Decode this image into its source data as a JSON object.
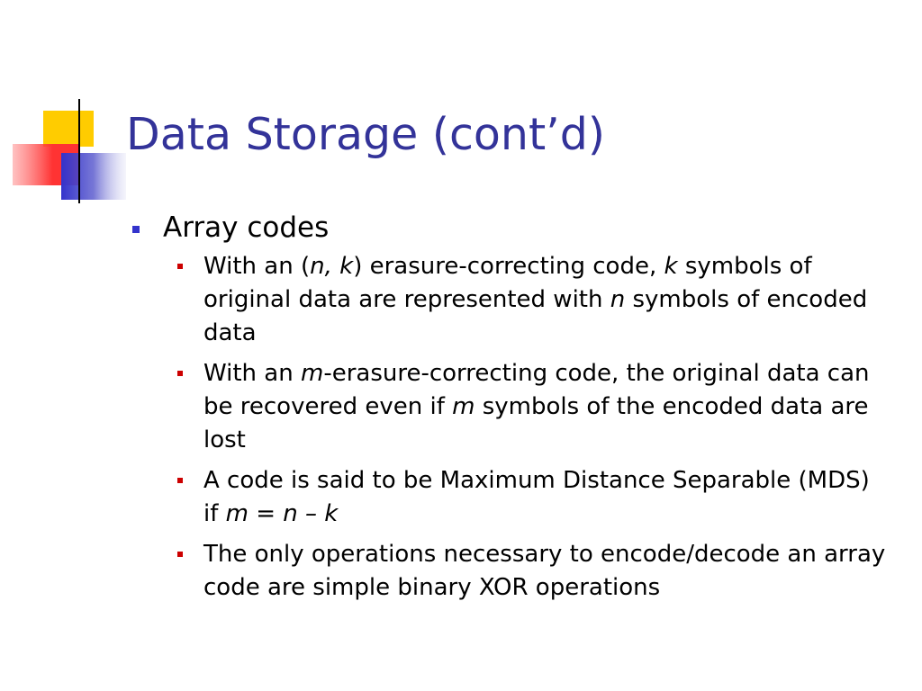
{
  "slide": {
    "title": "Data Storage (cont’d)",
    "bullet": {
      "label": "Array codes",
      "sub_items": [
        {
          "segments": [
            {
              "text": "With an (",
              "italic": false
            },
            {
              "text": "n, k",
              "italic": true
            },
            {
              "text": ") erasure-correcting code, ",
              "italic": false
            },
            {
              "text": "k",
              "italic": true
            },
            {
              "text": " symbols of original data are represented with ",
              "italic": false
            },
            {
              "text": "n",
              "italic": true
            },
            {
              "text": " symbols of encoded data",
              "italic": false
            }
          ]
        },
        {
          "segments": [
            {
              "text": "With an ",
              "italic": false
            },
            {
              "text": "m",
              "italic": true
            },
            {
              "text": "-erasure-correcting code, the original data can be recovered even if ",
              "italic": false
            },
            {
              "text": "m",
              "italic": true
            },
            {
              "text": " symbols of the encoded data are lost",
              "italic": false
            }
          ]
        },
        {
          "segments": [
            {
              "text": "A code is said to be Maximum Distance Separable (MDS) if ",
              "italic": false
            },
            {
              "text": "m = n – k",
              "italic": true
            }
          ]
        },
        {
          "segments": [
            {
              "text": "The only operations necessary to encode/decode an array code are simple binary XOR operations",
              "italic": false
            }
          ]
        }
      ]
    }
  },
  "colors": {
    "title": "#333399",
    "level1_bullet": "#3333cc",
    "level2_bullet": "#cc0000",
    "decor_yellow": "#ffcc00",
    "decor_red": "#ff3333",
    "decor_blue": "#3333cc"
  }
}
